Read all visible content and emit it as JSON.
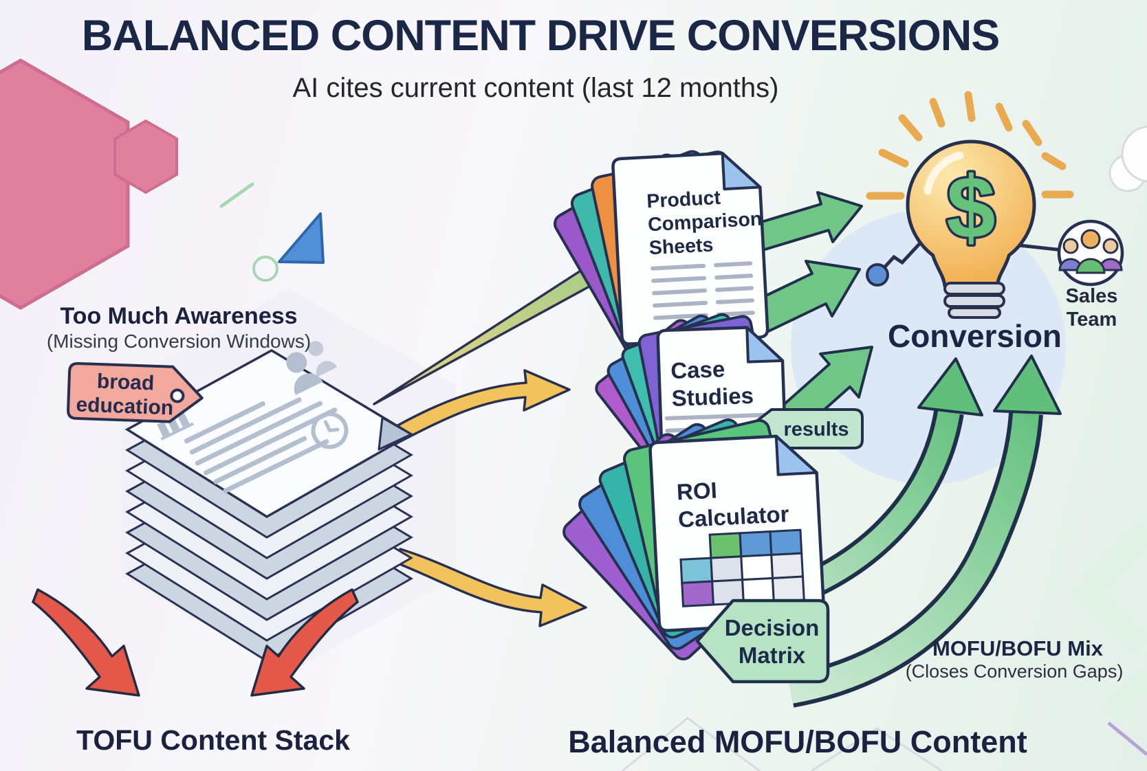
{
  "title": "BALANCED CONTENT DRIVE CONVERSIONS",
  "subtitle": "AI cites current content (last 12 months)",
  "tofu": {
    "heading": "Too Much Awareness",
    "subheading": "(Missing Conversion Windows)",
    "tag_label": "broad\neducation",
    "stack_label": "TOFU Content Stack"
  },
  "mofu": {
    "documents": [
      {
        "title": "Product\nComparison\nSheets"
      },
      {
        "title": "Case\nStudies"
      },
      {
        "title": "ROI\nCalculator"
      }
    ],
    "results_tag": "results",
    "decision_tag": "Decision\nMatrix",
    "mix_heading": "MOFU/BOFU Mix",
    "mix_subheading": "(Closes Conversion Gaps)",
    "stack_label": "Balanced MOFU/BOFU Content"
  },
  "conversion": {
    "label": "Conversion",
    "sales_team_label": "Sales\nTeam",
    "dollar_symbol": "$"
  },
  "colors": {
    "title_navy": "#1b2746",
    "outline_navy": "#26304f",
    "arrow_green": "#70c687",
    "arrow_yellow": "#f2c25c",
    "arrow_red": "#e4584a",
    "tag_pink": "#f2a89c",
    "tag_green": "#b5e3c4",
    "results_green": "#c2e5cf",
    "bulb_yellow": "#f5c269",
    "dollar_green": "#66c17b",
    "accent_blue": "#5b8fd6",
    "circle_blue": "#dce8f5"
  }
}
